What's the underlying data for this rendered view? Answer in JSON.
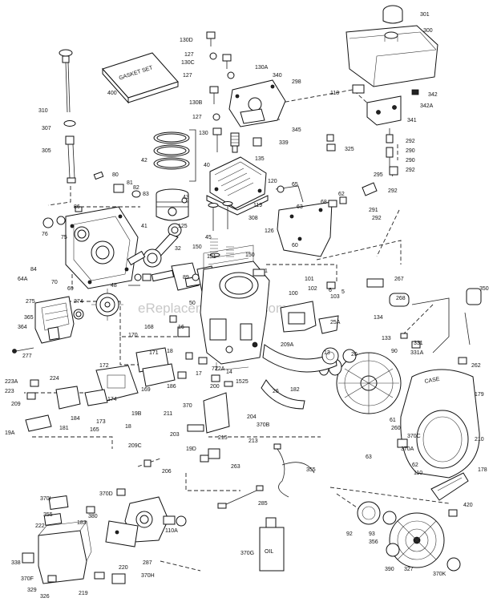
{
  "diagram": {
    "watermark": "eReplacementParts.com",
    "box_label": "GASKET SET",
    "oil_bottle_label": "OIL",
    "part_numbers": [
      "301",
      "300",
      "130D",
      "127",
      "130C",
      "130A",
      "127",
      "340",
      "298",
      "400",
      "118",
      "342",
      "342A",
      "310",
      "130B",
      "127",
      "130",
      "345",
      "341",
      "307",
      "339",
      "325",
      "292",
      "290",
      "290",
      "305",
      "42",
      "40",
      "135",
      "295",
      "292",
      "292",
      "80",
      "81",
      "82",
      "83",
      "120",
      "65",
      "62",
      "291",
      "292",
      "119",
      "68",
      "63",
      "308",
      "86",
      "76",
      "75",
      "43",
      "41",
      "126",
      "125",
      "60",
      "45",
      "32",
      "150",
      "151",
      "150",
      "84",
      "64A",
      "70",
      "69",
      "48",
      "1",
      "267",
      "89",
      "101",
      "102",
      "6",
      "100",
      "103",
      "5",
      "268",
      "350",
      "275",
      "274",
      "50",
      "25A",
      "365",
      "364",
      "16",
      "18",
      "168",
      "134",
      "133",
      "331",
      "331A",
      "277",
      "170",
      "171",
      "20",
      "209A",
      "13",
      "90",
      "262",
      "223A",
      "223",
      "224",
      "172",
      "169",
      "186",
      "17",
      "72",
      "72A",
      "14",
      "15",
      "25",
      "26",
      "182",
      "209",
      "200",
      "370",
      "179",
      "174",
      "173",
      "165",
      "181",
      "184",
      "19A",
      "19B",
      "18",
      "211",
      "203",
      "204",
      "370B",
      "260",
      "61",
      "370C",
      "210",
      "215",
      "213",
      "209C",
      "19D",
      "206",
      "263",
      "370A",
      "63",
      "62",
      "110",
      "355",
      "178",
      "370D",
      "370I",
      "355",
      "222",
      "183",
      "380",
      "110A",
      "285",
      "92",
      "93",
      "356",
      "420",
      "370G",
      "338",
      "370F",
      "329",
      "326",
      "219",
      "220",
      "370H",
      "287",
      "390",
      "327",
      "370K"
    ]
  }
}
